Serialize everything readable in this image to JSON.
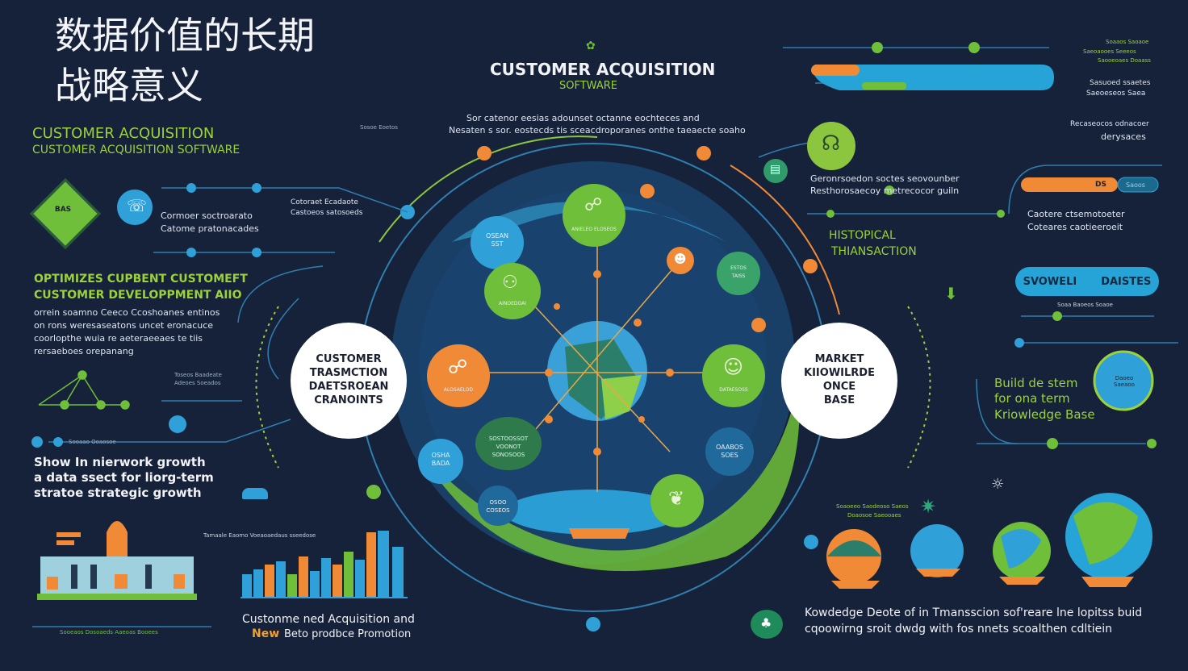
{
  "header": {
    "title_line1": "数据价值的长期",
    "title_line2": "战略意义"
  },
  "center": {
    "title": "CUSTOMER ACQUISITION",
    "subtitle": "SOFTWARE",
    "desc_line1": "Sor catenor eesias adounset octanne eochteces and",
    "desc_line2": "Nesaten s sor. eostecds tis sceacdroporanes onthe taeaecte soaho",
    "node_left": [
      "CUSTOMER",
      "TRASMCTION",
      "DAETSROEAN",
      "CRANOINTS"
    ],
    "node_right": [
      "MARKET",
      "KIIOWILRDE",
      "ONCE",
      "BASE"
    ],
    "bubbles": {
      "b1": [
        "OSEAN",
        "SST"
      ],
      "b2": "ANIELEO ELOSEOS",
      "b3": "AINOEDOAI",
      "b4": [
        "ESTOS",
        "TAISS"
      ],
      "b5": "ALOSAELOD",
      "b6": "DATAESOSS",
      "b7": [
        "SOSTOOSSOT",
        "VOONOT",
        "SONOSOOS"
      ],
      "b8": [
        "OSHA",
        "BADA"
      ],
      "b9": [
        "OSOO",
        "COSEOS"
      ],
      "b10": [
        "OAABOS",
        "SOES"
      ]
    }
  },
  "left": {
    "heading1": "CUSTOMER ACQUISITION",
    "heading2": "CUSTOMER ACQUISITION SOFTWARE",
    "badge_text": "BAS",
    "row1_line1": "Cormoer soctroarato",
    "row1_line2": "Catome pratonacades",
    "row1_side_line1": "Cotoraet Ecadaote",
    "row1_side_line2": "Castoeos satosoeds",
    "tiny_top": "Sosoe Eoetos",
    "section_h1": "OPTIMIZES CUPBENT CUSTOMEFT",
    "section_h2": "CUSTOMER DEVELOPPMENT AIIO",
    "section_body": [
      "orrein soamno Ceeco Ccoshoanes entinos",
      "on rons weresaseatons uncet eronacuce",
      "coorlopthe wuia re aeteraeeaes te tiis",
      "rersaeboes orepanang"
    ],
    "chart_label": "Toseos Baadeate",
    "chart_label2": "Adeoes Soeados",
    "row2_label": "Sooaao Ooaosoe",
    "growth_line1": "Show In nierwork growth",
    "growth_line2": "a data ssect for liorg-term",
    "growth_line3": "stratoe strategic growth",
    "bars_caption": "Tamaale Eaomo Voeaoaedaus sseedose",
    "footer_line1": "Custonme ned Acquisition and",
    "footer_new": "New",
    "footer_line2": "Beto prodbce Promotion",
    "footer_tiny": "Sooeaos Dosoaeds Aaeoas Booees"
  },
  "right": {
    "top_line1": "Soaaos Saoaoe",
    "top_line2": "Saeoaooes Seeeos",
    "top_line3": "Saooeoaes Doaass",
    "row_a_line1": "Sasuoed ssaetes",
    "row_a_line2": "Saeoeseos Saea",
    "row_b_line1": "Recaseocos odnacoer",
    "row_b_line2": "derysaces",
    "gen_line1": "Geronrsoedon soctes seovounber",
    "gen_line2": "Resthorosaecoy metrecocor guiln",
    "historical": "HISTOPICAL",
    "transaction": "THIANSACTION",
    "pill_small": "Saoos",
    "pill_small_tag": "DS",
    "cust_line1": "Caotere ctsemotoeter",
    "cust_line2": "Coteares caotieeroeit",
    "svowell": "SVOWELI",
    "dastes": "DAISTES",
    "svowell_caption": "Soaa Baoeos Soaoe",
    "build_line1": "Build de stem",
    "build_line2": "for ona term",
    "build_line3": "Kriowledge Base",
    "globe_text": "Daoeo Saeaoo",
    "footer_line1": "Kowdedge Deote of in Tmansscion sof'reare lne lopitss buid",
    "footer_line2": "cqoowirng sroit dwdg with fos nnets scoalthen cdltiein",
    "tiny_mid": "Soaoeeo Saodeoso Saeos",
    "tiny_mid2": "Doaosoe Saeooaes"
  }
}
